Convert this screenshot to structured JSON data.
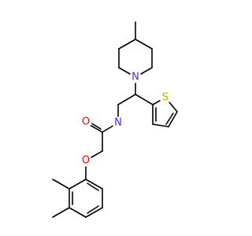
{
  "colors": {
    "bond": "#000000",
    "N": "#3333ff",
    "O": "#ff0000",
    "S": "#b3b300"
  },
  "atoms": {
    "n_pip": {
      "element": "N",
      "label": "N"
    },
    "n_amide": {
      "element": "N",
      "label": "N"
    },
    "o_carbonyl": {
      "element": "O",
      "label": "O"
    },
    "o_ether": {
      "element": "O",
      "label": "O"
    },
    "s_thiophene": {
      "element": "S",
      "label": "S"
    }
  }
}
